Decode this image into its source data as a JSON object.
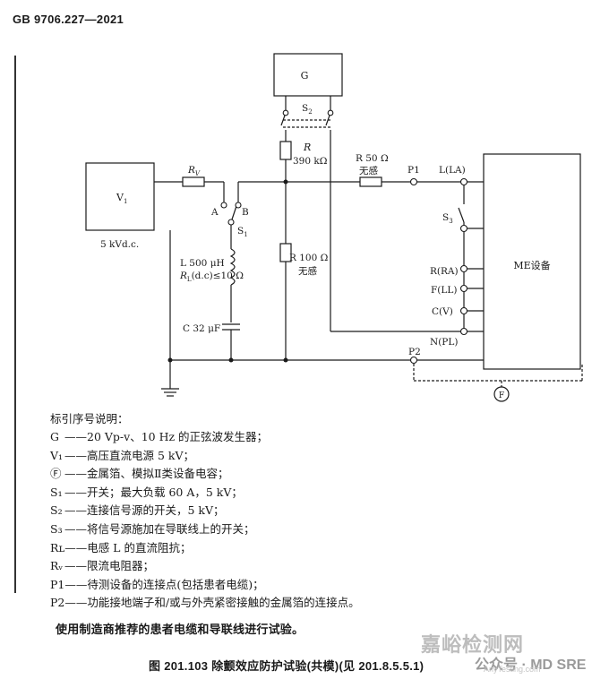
{
  "header": {
    "standard": "GB  9706.227—2021"
  },
  "diagram": {
    "G": "G",
    "S2": "S",
    "S2_sub": "2",
    "R": "R",
    "R_value": "390 kΩ",
    "R50": "R 50 Ω",
    "R50_note": "无感",
    "P1": "P1",
    "LA": "L(LA)",
    "RV": "R",
    "RV_sub": "V",
    "V1": "V",
    "V1_sub": "1",
    "V1_rating": "5 kVd.c.",
    "A": "A",
    "B": "B",
    "S1": "S",
    "S1_sub": "1",
    "S3": "S",
    "S3_sub": "3",
    "L_value": "L 500 μH",
    "RL_value": "R",
    "RL_value_rest": "(d.c)≤10 Ω",
    "RL_sub": "L",
    "R100": "R 100 Ω",
    "R100_note": "无感",
    "RA": "R(RA)",
    "LL": "F(LL)",
    "V": "C(V)",
    "PL": "N(PL)",
    "ME": "ME设备",
    "C_value": "C 32 μF",
    "P2": "P2",
    "F": "F"
  },
  "legend": {
    "title": "标引序号说明：",
    "items": [
      {
        "sym": "G",
        "text": "——20 Vp-v、10 Hz 的正弦波发生器；"
      },
      {
        "sym": "V₁",
        "text": "——高压直流电源 5 kV；"
      },
      {
        "sym": "Ⓕ",
        "text": "——金属箔、模拟Ⅱ类设备电容；"
      },
      {
        "sym": "S₁",
        "text": "——开关；最大负载 60 A，5 kV；"
      },
      {
        "sym": "S₂",
        "text": "——连接信号源的开关，5 kV；"
      },
      {
        "sym": "S₃",
        "text": "——将信号源施加在导联线上的开关；"
      },
      {
        "sym": "Rʟ",
        "text": "——电感 L 的直流阻抗；"
      },
      {
        "sym": "Rᵥ",
        "text": "——限流电阻器；"
      },
      {
        "sym": "P1",
        "text": "——待测设备的连接点(包括患者电缆)；"
      },
      {
        "sym": "P2",
        "text": "——功能接地端子和/或与外壳紧密接触的金属箔的连接点。"
      }
    ]
  },
  "note": "使用制造商推荐的患者电缆和导联线进行试验。",
  "caption": "图 201.103    除颤效应防护试验(共模)(见 201.8.5.5.1)",
  "watermark": {
    "main": "嘉峪检测网",
    "sub": "公众号 · MD SRE",
    "url": "AnyTesting.com"
  }
}
